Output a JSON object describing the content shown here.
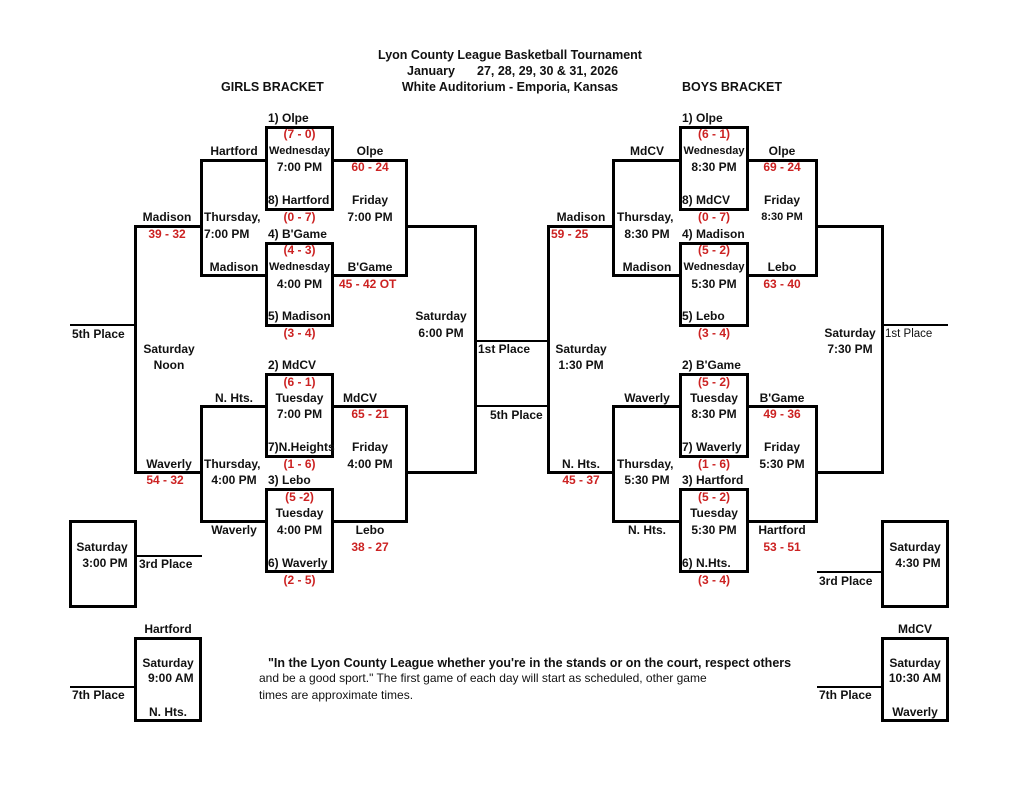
{
  "header": {
    "title": "Lyon County League Basketball Tournament",
    "dates_month": "January",
    "dates_days": "27, 28, 29, 30 & 31, 2026",
    "venue": "White Auditorium  -  Emporia, Kansas",
    "girls_label": "GIRLS BRACKET",
    "boys_label": "BOYS BRACKET"
  },
  "girls": {
    "q1": {
      "seed_top": "1) Olpe",
      "rec_top": "(7 - 0)",
      "day": "Wednesday",
      "time": "7:00 PM",
      "seed_bot": "8) Hartford",
      "rec_bot": "(0 - 7)"
    },
    "q2": {
      "seed_top": "4) B'Game",
      "rec_top": "(4 - 3)",
      "day": "Wednesday",
      "time": "4:00 PM",
      "seed_bot": "5) Madison",
      "rec_bot": "(3 - 4)"
    },
    "q3": {
      "seed_top": "2) MdCV",
      "rec_top": "(6 - 1)",
      "day": "Tuesday",
      "time": "7:00 PM",
      "seed_bot": "7)N.Heights",
      "rec_bot": "(1 - 6)"
    },
    "q4": {
      "seed_top": "3) Lebo",
      "rec_top": "(5 -2)",
      "day": "Tuesday",
      "time": "4:00 PM",
      "seed_bot": "6) Waverly",
      "rec_bot": "(2 - 5)"
    },
    "semi_top": {
      "winner1": "Olpe",
      "score1": "60  -  24",
      "winner2": "B'Game",
      "score2": "45  -  42 OT",
      "day": "Friday",
      "time": "7:00 PM"
    },
    "semi_bot": {
      "winner1": "MdCV",
      "score1": "65  -  21",
      "winner2": "Lebo",
      "score2": "38  -  27",
      "day": "Friday",
      "time": "4:00 PM"
    },
    "cons_top": {
      "loser1": "Hartford",
      "loser2": "Madison",
      "day": "Thursday,",
      "time": "7:00 PM",
      "winner": "Madison",
      "score": "39  -  32"
    },
    "cons_bot": {
      "loser1": "N. Hts.",
      "loser2": "Waverly",
      "day": "Thursday,",
      "time": "4:00 PM",
      "winner": "Waverly",
      "score": "54  -  32"
    },
    "fifth": {
      "label": "5th Place",
      "day": "Saturday",
      "time": "Noon"
    },
    "final": {
      "day": "Saturday",
      "time": "6:00 PM",
      "label": "1st Place"
    },
    "third": {
      "day": "Saturday",
      "time": "3:00 PM",
      "label": "3rd Place"
    },
    "seventh": {
      "team_top": "Hartford",
      "day": "Saturday",
      "time": "9:00 AM",
      "team_bot": "N. Hts.",
      "label": "7th Place"
    }
  },
  "boys": {
    "q1": {
      "seed_top": "1) Olpe",
      "rec_top": "(6 - 1)",
      "day": "Wednesday",
      "time": "8:30 PM",
      "seed_bot": "8) MdCV",
      "rec_bot": "(0 - 7)"
    },
    "q2": {
      "seed_top": "4) Madison",
      "rec_top": "(5 - 2)",
      "day": "Wednesday",
      "time": "5:30 PM",
      "seed_bot": "5) Lebo",
      "rec_bot": "(3 - 4)"
    },
    "q3": {
      "seed_top": "2) B'Game",
      "rec_top": "(5 - 2)",
      "day": "Tuesday",
      "time": "8:30 PM",
      "seed_bot": "7) Waverly",
      "rec_bot": "(1 - 6)"
    },
    "q4": {
      "seed_top": "3) Hartford",
      "rec_top": "(5 - 2)",
      "day": "Tuesday",
      "time": "5:30 PM",
      "seed_bot": "6) N.Hts.",
      "rec_bot": "(3 - 4)"
    },
    "semi_top": {
      "winner1": "Olpe",
      "score1": "69  -  24",
      "winner2": "Lebo",
      "score2": "63  -  40",
      "day": "Friday",
      "time": "8:30 PM"
    },
    "semi_bot": {
      "winner1": "B'Game",
      "score1": "49  -  36",
      "winner2": "Hartford",
      "score2": "53  -  51",
      "day": "Friday",
      "time": "5:30 PM"
    },
    "cons_top": {
      "loser1": "MdCV",
      "loser2": "Madison",
      "day": "Thursday,",
      "time": "8:30 PM",
      "winner": "Madison",
      "score": "59  -  25"
    },
    "cons_bot": {
      "loser1": "Waverly",
      "loser2": "N. Hts.",
      "day": "Thursday,",
      "time": "5:30 PM",
      "winner": "N. Hts.",
      "score": "45  -  37"
    },
    "fifth": {
      "label": "5th Place",
      "day": "Saturday",
      "time": "1:30 PM",
      "first_label": "1st Place"
    },
    "final": {
      "day": "Saturday",
      "time": "7:30 PM",
      "label": "1st Place"
    },
    "third": {
      "day": "Saturday",
      "time": "4:30 PM",
      "label": "3rd Place"
    },
    "seventh": {
      "team_top": "MdCV",
      "day": "Saturday",
      "time": "10:30 AM",
      "team_bot": "Waverly",
      "label": "7th Place"
    }
  },
  "footer": {
    "quote": "\"In the Lyon County League whether you're in the stands or on the court, respect others",
    "line2": "and be a good sport.\"  The first game of each day will start as scheduled, other game",
    "line3": "times are approximate times."
  }
}
